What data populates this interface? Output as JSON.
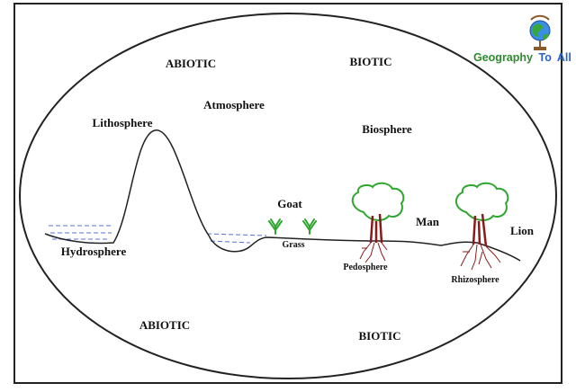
{
  "labels": {
    "abiotic_top": "ABIOTIC",
    "biotic_top": "BIOTIC",
    "abiotic_bottom": "ABIOTIC",
    "biotic_bottom": "BIOTIC",
    "lithosphere": "Lithosphere",
    "atmosphere": "Atmosphere",
    "biosphere": "Biosphere",
    "hydrosphere": "Hydrosphere",
    "goat": "Goat",
    "grass": "Grass",
    "man": "Man",
    "lion": "Lion",
    "pedosphere": "Pedosphere",
    "rhizosphere": "Rhizosphere"
  },
  "logo": {
    "word1": "Geography",
    "word2": "To",
    "word3": "All",
    "colors": {
      "word1": "#2e8b2e",
      "word2": "#2b63c6",
      "word3": "#2b63c6"
    },
    "icon": "globe-icon"
  },
  "colors": {
    "outline": "#222222",
    "water_dashes": "#5b6fd6",
    "foliage": "#2fa62f",
    "foliage_fill": "#ffffff",
    "trunk": "#8b1a1a",
    "roots": "#8b1a1a"
  }
}
